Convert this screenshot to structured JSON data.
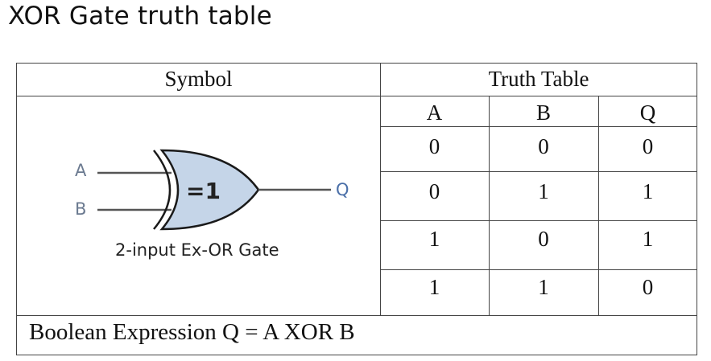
{
  "page": {
    "title": "XOR Gate truth table"
  },
  "symbol_panel": {
    "header": "Symbol",
    "gate": {
      "input_a": "A",
      "input_b": "B",
      "output": "Q",
      "body_label": "=1",
      "fill_color": "#c5d5e8",
      "stroke_color": "#1a1a1a",
      "line_color": "#555555",
      "label_color_inputs": "#6b7a90",
      "label_color_output": "#4a6fa8"
    },
    "caption": "2-input Ex-OR Gate"
  },
  "truth_table": {
    "header": "Truth Table",
    "columns": [
      "A",
      "B",
      "Q"
    ],
    "rows": [
      [
        "0",
        "0",
        "0"
      ],
      [
        "0",
        "1",
        "1"
      ],
      [
        "1",
        "0",
        "1"
      ],
      [
        "1",
        "1",
        "0"
      ]
    ]
  },
  "boolean_expression": "Boolean Expression Q = A XOR B"
}
